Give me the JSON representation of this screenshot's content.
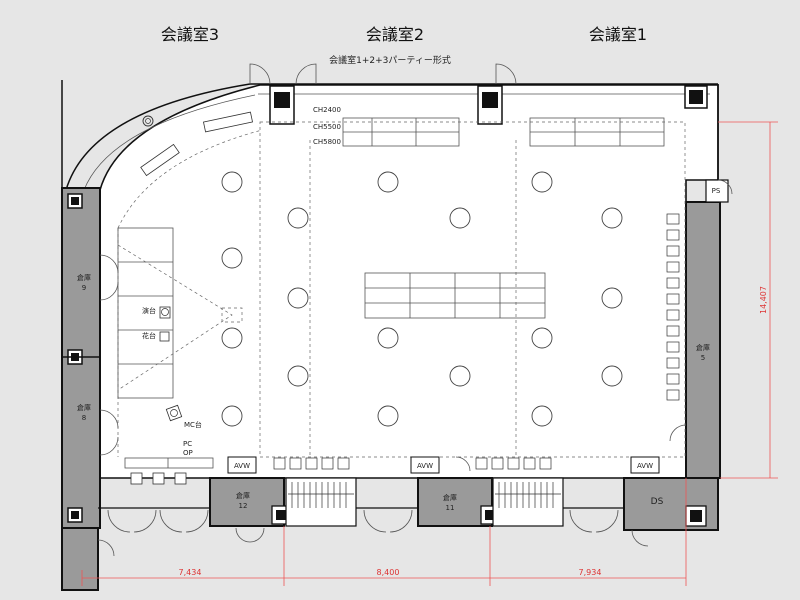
{
  "rooms": {
    "room3": "会議室3",
    "room2": "会議室2",
    "room1": "会議室1"
  },
  "layout_caption": "会議室1+2+3パーティー形式",
  "ceiling": {
    "ch1": "CH2400",
    "ch2": "CH5500",
    "ch3": "CH5800"
  },
  "storage": {
    "s9_name": "倉庫",
    "s9_num": "9",
    "s8_name": "倉庫",
    "s8_num": "8",
    "s5_name": "倉庫",
    "s5_num": "5",
    "s12_name": "倉庫",
    "s12_num": "12",
    "s11_name": "倉庫",
    "s11_num": "11"
  },
  "equipment": {
    "podium": "演台",
    "flower": "花台",
    "mc": "MC台",
    "pc": "PC",
    "op": "OP",
    "avw": "AVW",
    "ps": "PS",
    "ds": "DS"
  },
  "dimensions": {
    "d1": "7,434",
    "d2": "8,400",
    "d3": "7,934",
    "height": "14,407"
  }
}
